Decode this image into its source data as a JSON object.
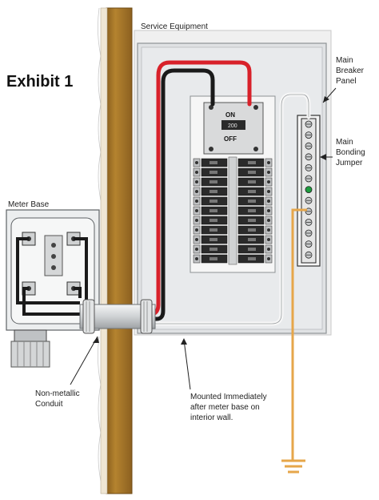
{
  "exhibit_title": "Exhibit 1",
  "labels": {
    "service_equipment": "Service Equipment",
    "main_breaker_panel": [
      "Main",
      "Breaker",
      "Panel"
    ],
    "main_bonding_jumper": [
      "Main",
      "Bonding",
      "Jumper"
    ],
    "meter_base": "Meter Base",
    "non_metallic_conduit": [
      "Non-metallic",
      "Conduit"
    ],
    "mounted": [
      "Mounted Immediately",
      "after meter base on",
      "interior wall."
    ]
  },
  "switch": {
    "on": "ON",
    "off": "OFF",
    "rating": "200"
  },
  "colors": {
    "wall": "#a87a2c",
    "panel": "#e4e6e8",
    "wire_red": "#d8212a",
    "wire_black": "#1a1a1a",
    "ground_wire": "#e6a64a",
    "bus_indicator": "#1d9c3e",
    "conduit": "#d9dbdc"
  }
}
